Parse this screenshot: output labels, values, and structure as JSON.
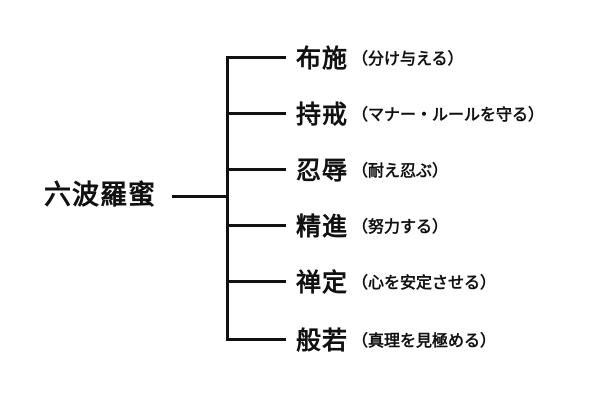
{
  "diagram": {
    "root": "六波羅蜜",
    "branches": [
      {
        "title": "布施",
        "description": "（分け与える）"
      },
      {
        "title": "持戒",
        "description": "（マナー・ルールを守る）"
      },
      {
        "title": "忍辱",
        "description": "（耐え忍ぶ）"
      },
      {
        "title": "精進",
        "description": "（努力する）"
      },
      {
        "title": "禅定",
        "description": "（心を安定させる）"
      },
      {
        "title": "般若",
        "description": "（真理を見極める）"
      }
    ]
  }
}
